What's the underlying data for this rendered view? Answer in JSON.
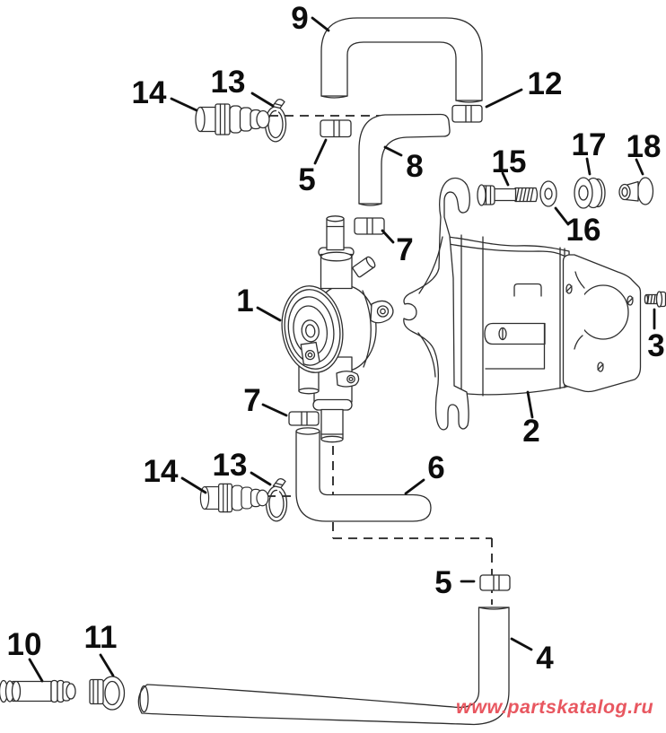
{
  "diagram": {
    "background": "#ffffff",
    "line_color": "#2e2e2e",
    "label_color": "#0d0d0d"
  },
  "callouts": [
    {
      "label": "9",
      "name": "u-shaped-hose"
    },
    {
      "label": "14",
      "name": "barb-fitting-upper"
    },
    {
      "label": "13",
      "name": "wire-hose-clamp-upper"
    },
    {
      "label": "12",
      "name": "sleeve-clamp"
    },
    {
      "label": "5",
      "name": "sleeve-clamp-upper"
    },
    {
      "label": "8",
      "name": "elbow-hose-upper"
    },
    {
      "label": "15",
      "name": "flange-bolt"
    },
    {
      "label": "17",
      "name": "grommet"
    },
    {
      "label": "18",
      "name": "bushing"
    },
    {
      "label": "16",
      "name": "washer"
    },
    {
      "label": "7",
      "name": "sleeve-clamp-pump-top"
    },
    {
      "label": "1",
      "name": "fuel-pump"
    },
    {
      "label": "3",
      "name": "screw"
    },
    {
      "label": "2",
      "name": "mounting-bracket"
    },
    {
      "label": "7",
      "name": "sleeve-clamp-pump-bottom"
    },
    {
      "label": "14",
      "name": "barb-fitting-lower"
    },
    {
      "label": "13",
      "name": "wire-hose-clamp-lower"
    },
    {
      "label": "6",
      "name": "elbow-hose-lower"
    },
    {
      "label": "5",
      "name": "sleeve-clamp-lower"
    },
    {
      "label": "4",
      "name": "long-elbow-hose"
    },
    {
      "label": "10",
      "name": "barb-connector"
    },
    {
      "label": "11",
      "name": "worm-gear-clamp"
    }
  ],
  "watermark": {
    "text": "www.partskatalog.ru",
    "color": "#e85760"
  }
}
